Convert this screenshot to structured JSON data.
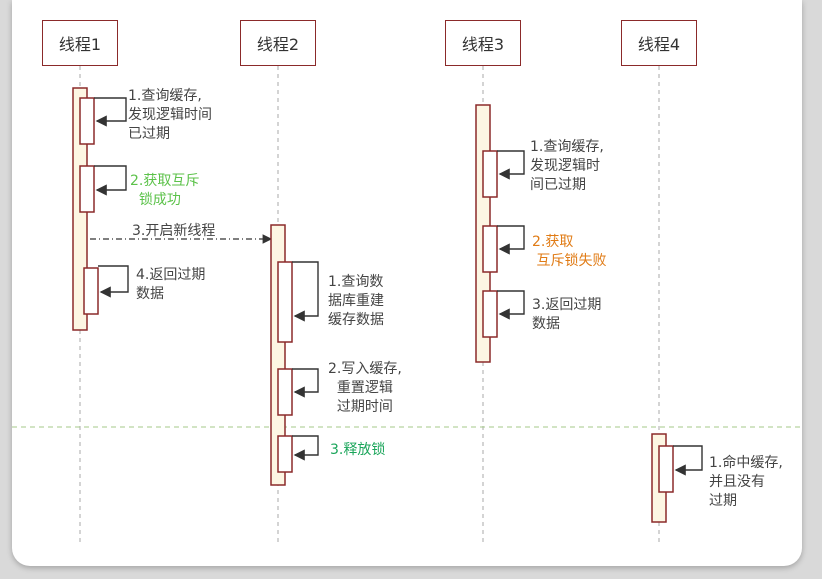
{
  "threads": [
    {
      "label": "线程1"
    },
    {
      "label": "线程2"
    },
    {
      "label": "线程3"
    },
    {
      "label": "线程4"
    }
  ],
  "notes": {
    "t1_step1": "1.查询缓存,\n发现逻辑时间\n已过期",
    "t1_step2": "2.获取互斥\n  锁成功",
    "t1_step3": "3.开启新线程",
    "t1_step4": "4.返回过期\n数据",
    "t2_step1": "1.查询数\n据库重建\n缓存数据",
    "t2_step2": "2.写入缓存,\n  重置逻辑\n  过期时间",
    "t2_step3": "3.释放锁",
    "t3_step1": "1.查询缓存,\n发现逻辑时\n间已过期",
    "t3_step2": "2.获取\n 互斥锁失败",
    "t3_step3": "3.返回过期\n数据",
    "t4_step1": "1.命中缓存,\n并且没有\n过期"
  },
  "colors": {
    "border": "#8b2a2a",
    "activation_fill": "#fdf6e3",
    "success": "#5cc24a",
    "failure": "#e07b15",
    "release": "#1aa55a",
    "separator": "#a6c98a"
  }
}
